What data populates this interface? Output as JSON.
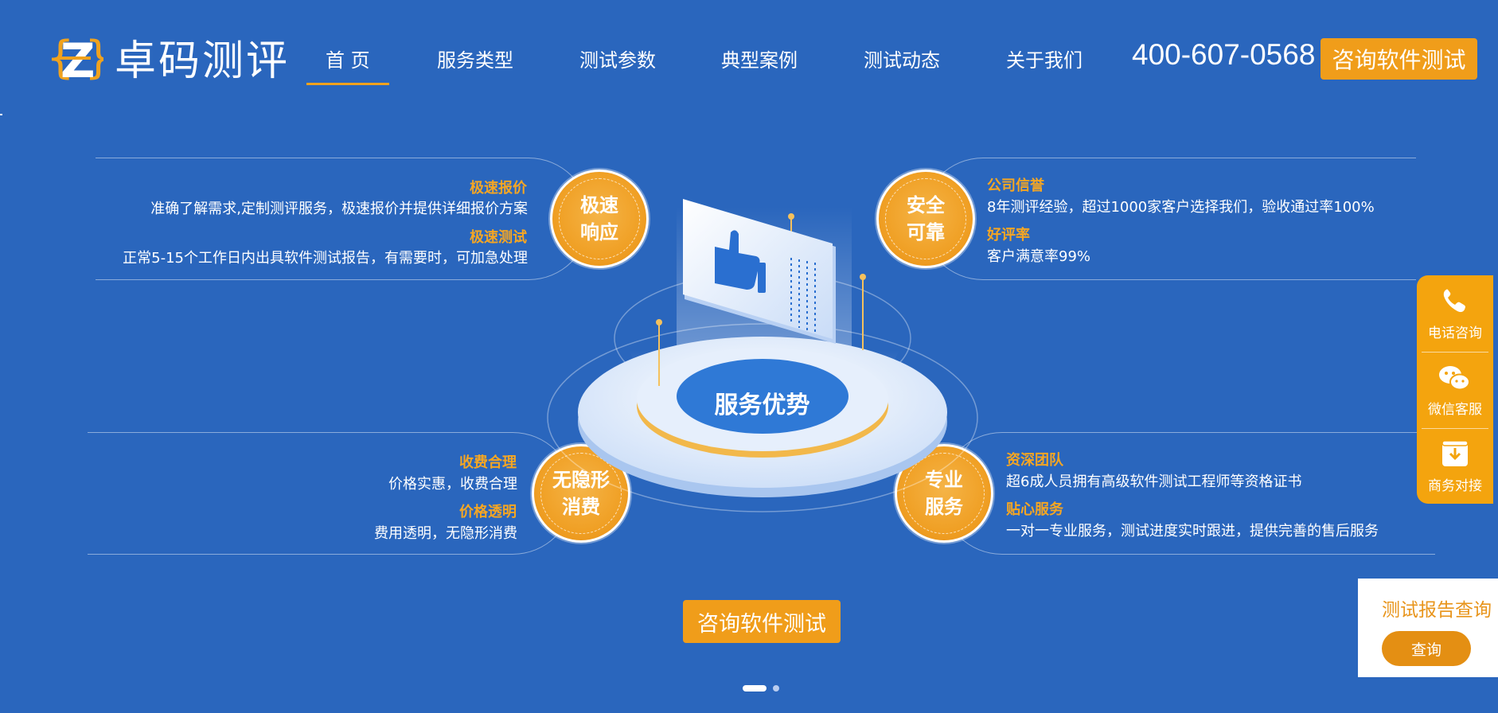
{
  "brand": {
    "logo_letter": "Z",
    "name": "卓码测评"
  },
  "nav": {
    "items": [
      {
        "label": "首 页",
        "active": true
      },
      {
        "label": "服务类型"
      },
      {
        "label": "测试参数"
      },
      {
        "label": "典型案例"
      },
      {
        "label": "测试动态"
      },
      {
        "label": "关于我们"
      }
    ],
    "phone": "400-607-0568",
    "consult_button": "咨询软件测试"
  },
  "features": {
    "top_left": {
      "badge_line1": "极速",
      "badge_line2": "响应",
      "items": [
        {
          "title": "极速报价",
          "desc": "准确了解需求,定制测评服务，极速报价并提供详细报价方案"
        },
        {
          "title": "极速测试",
          "desc": "正常5-15个工作日内出具软件测试报告，有需要时，可加急处理"
        }
      ]
    },
    "top_right": {
      "badge_line1": "安全",
      "badge_line2": "可靠",
      "items": [
        {
          "title": "公司信誉",
          "desc": "8年测评经验，超过1000家客户选择我们，验收通过率100%"
        },
        {
          "title": "好评率",
          "desc": "客户满意率99%"
        }
      ]
    },
    "bottom_left": {
      "badge_line1": "无隐形",
      "badge_line2": "消费",
      "items": [
        {
          "title": "收费合理",
          "desc": "价格实惠，收费合理"
        },
        {
          "title": "价格透明",
          "desc": "费用透明，无隐形消费"
        }
      ]
    },
    "bottom_right": {
      "badge_line1": "专业",
      "badge_line2": "服务",
      "items": [
        {
          "title": "资深团队",
          "desc": "超6成人员拥有高级软件测试工程师等资格证书"
        },
        {
          "title": "贴心服务",
          "desc": "一对一专业服务，测试进度实时跟进，提供完善的售后服务"
        }
      ]
    }
  },
  "center": {
    "label": "服务优势",
    "consult_button": "咨询软件测试"
  },
  "carousel": {
    "active_index": 0,
    "count": 2
  },
  "float_panel": {
    "items": [
      {
        "label": "电话咨询",
        "icon": "phone-icon"
      },
      {
        "label": "微信客服",
        "icon": "wechat-icon"
      },
      {
        "label": "商务对接",
        "icon": "download-box-icon"
      }
    ]
  },
  "report_query": {
    "title": "测试报告查询",
    "button": "查询"
  },
  "colors": {
    "background": "#2a66bd",
    "accent": "#f09d1a",
    "highlight_text": "#f5a623"
  }
}
